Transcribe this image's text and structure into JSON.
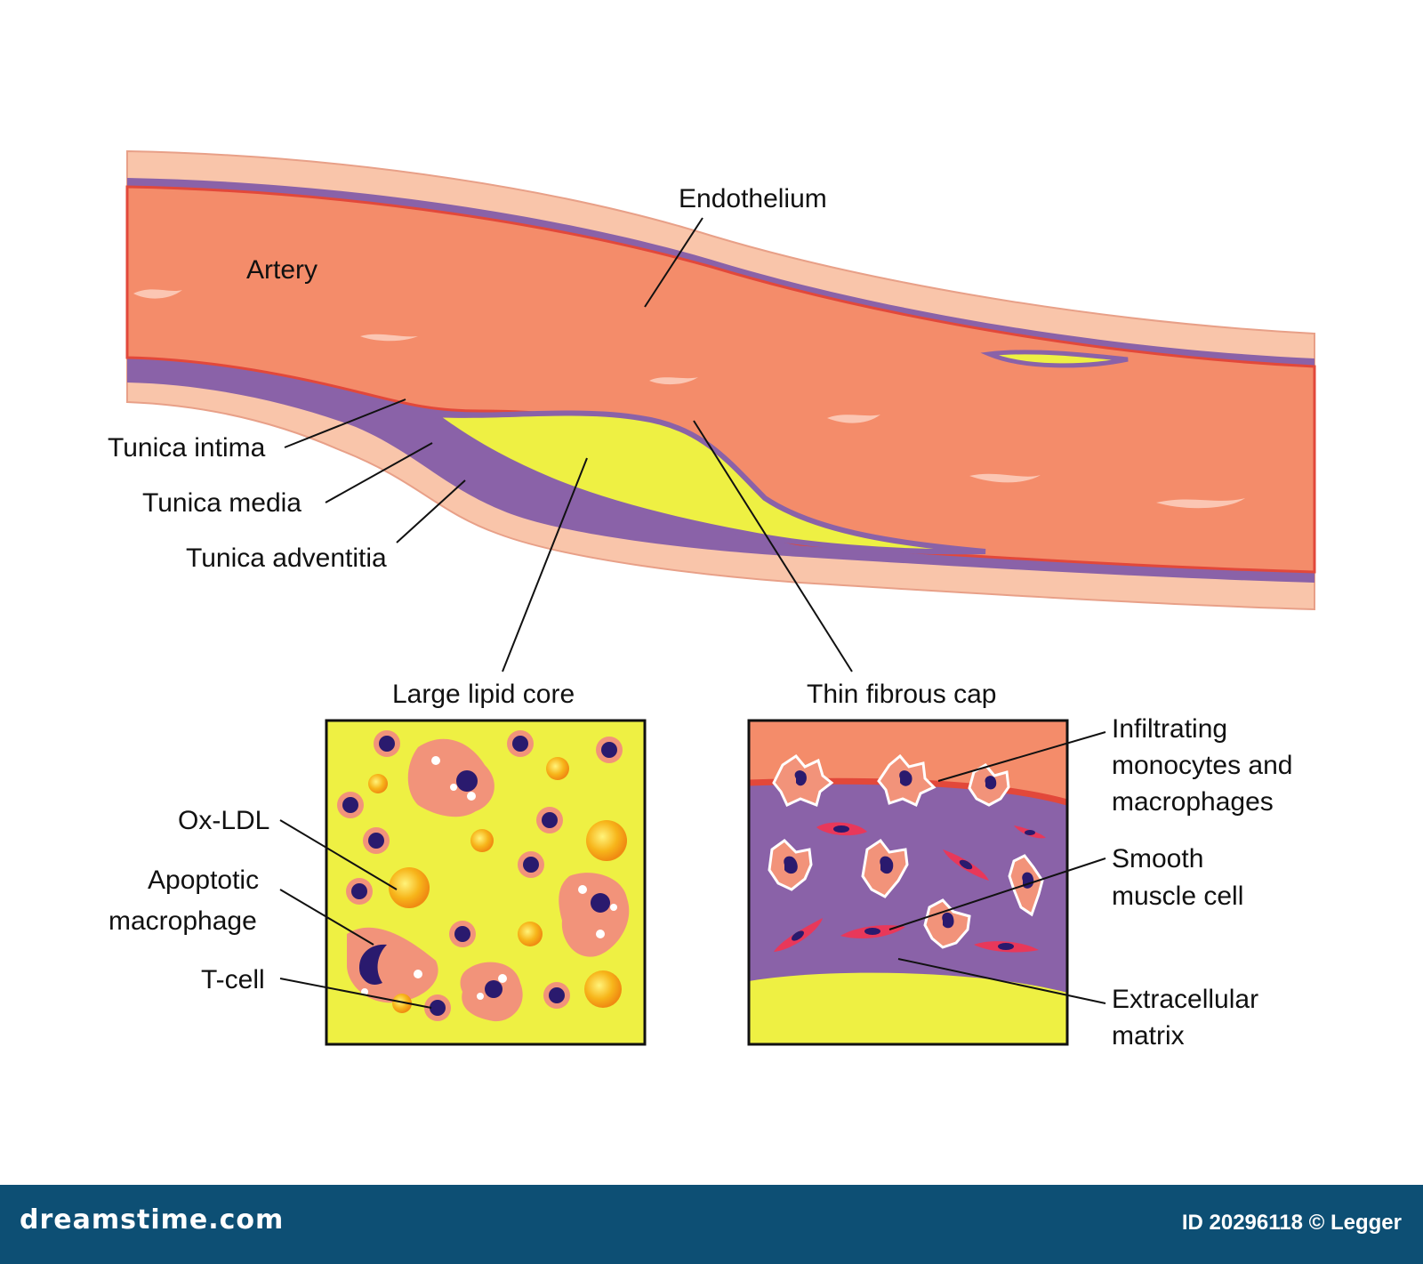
{
  "labels": {
    "endothelium": "Endothelium",
    "artery": "Artery",
    "tunica_intima": "Tunica intima",
    "tunica_media": "Tunica media",
    "tunica_adventitia": "Tunica adventitia",
    "large_lipid_core": "Large lipid core",
    "thin_fibrous_cap": "Thin fibrous cap",
    "ox_ldl": "Ox-LDL",
    "apoptotic_macrophage": [
      "Apoptotic",
      "macrophage"
    ],
    "t_cell": "T-cell",
    "infiltrating": [
      "Infiltrating",
      "monocytes and",
      "macrophages"
    ],
    "smooth_muscle": [
      "Smooth",
      "muscle cell"
    ],
    "extracellular": [
      "Extracellular",
      "matrix"
    ]
  },
  "footer": {
    "logo": "dreamstime.com",
    "id": "ID 20296118 © Legger"
  },
  "colors": {
    "lumen": "#f48c6a",
    "adventitia": "#f9c5aa",
    "media": "#8a62a8",
    "endothelium_line": "#e2483a",
    "lipid": "#eef043",
    "nucleus": "#2a1a6e",
    "macrophage": "#f2937a",
    "ox_ldl": "#f7b51a",
    "footer": "#0d4f74"
  }
}
